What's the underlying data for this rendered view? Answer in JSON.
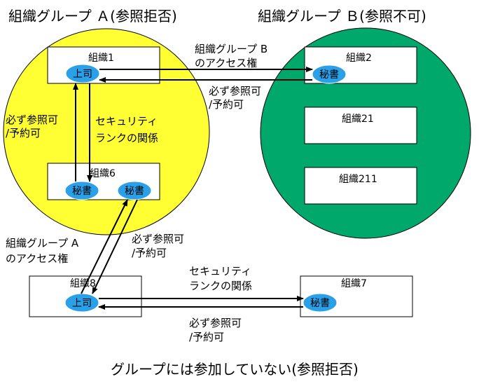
{
  "headings": {
    "group_a": "組織グループ Ａ(参照拒否)",
    "group_b": "組織グループ Ｂ(参照不可)",
    "bottom": "グループには参加していない(参照拒否)"
  },
  "orgs": {
    "org1": "組織1",
    "org2": "組織2",
    "org21": "組織21",
    "org211": "組織211",
    "org6": "組織6",
    "org8": "組織8",
    "org7": "組織7"
  },
  "roles": {
    "boss": "上司",
    "secretary": "秘書"
  },
  "labels": {
    "access_b_1": "組織グループ B",
    "access_b_2": "のアクセス権",
    "must_1": "必ず参照可",
    "must_2": "/予約可",
    "security_1": "セキュリティ",
    "security_2": "ランクの関係",
    "access_a_1": "組織グループ A",
    "access_a_2": "のアクセス権"
  },
  "colors": {
    "group_a_fill": "#ffff33",
    "group_b_fill": "#00a86b",
    "role_fill": "#2aa0e8"
  }
}
